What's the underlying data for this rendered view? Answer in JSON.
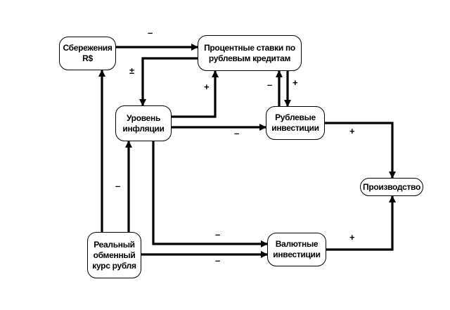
{
  "nodes": {
    "savings": {
      "line1": "Сбережения",
      "line2": "R$"
    },
    "rates": {
      "line1": "Процентные ставки по",
      "line2": "рублевым кредитам"
    },
    "inflation": {
      "line1": "Уровень",
      "line2": "инфляции"
    },
    "ruble_investments": {
      "line1": "Рублевые",
      "line2": "инвестиции"
    },
    "production": {
      "line1": "Производство"
    },
    "fx_investments": {
      "line1": "Валютные",
      "line2": "инвестиции"
    },
    "exchange_rate": {
      "line1": "Реальный",
      "line2": "обменный",
      "line3": "курс рубля"
    }
  },
  "signs": {
    "savings_to_rates": "–",
    "rates_to_inflation": "±",
    "inflation_to_rates": "+",
    "ruble_inv_to_rates": "–",
    "rates_to_ruble_inv": "+",
    "inflation_to_ruble_inv": "–",
    "ruble_inv_to_production": "+",
    "rate_to_inflation": "–",
    "inflation_to_fx_inv": "–",
    "rate_to_fx_inv": "–",
    "fx_inv_to_production": "+"
  }
}
